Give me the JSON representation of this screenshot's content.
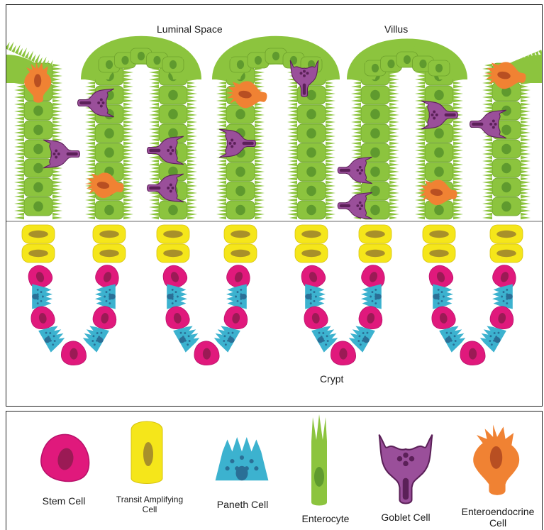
{
  "labels": {
    "luminal_space": "Luminal Space",
    "villus": "Villus",
    "crypt": "Crypt"
  },
  "legend": {
    "stem_cell": "Stem Cell",
    "transit_amplifying_line1": "Transit Amplifying",
    "transit_amplifying_line2": "Cell",
    "paneth_cell": "Paneth Cell",
    "enterocyte": "Enterocyte",
    "goblet_cell": "Goblet Cell",
    "enteroendocrine_line1": "Enteroendocrine",
    "enteroendocrine_line2": "Cell"
  },
  "colors": {
    "stem": "#e0197c",
    "stem_nucleus": "#9b1a55",
    "transit": "#f5e61a",
    "transit_nucleus": "#a8902a",
    "paneth": "#3cb2cf",
    "paneth_granule": "#2a6f96",
    "enterocyte": "#8cc43e",
    "enterocyte_nucleus": "#5f9a2e",
    "goblet": "#9a4f9a",
    "goblet_dark": "#5b2058",
    "enteroendocrine": "#f08233",
    "enteroendocrine_nucleus": "#b84f22",
    "divider": "#888888"
  }
}
